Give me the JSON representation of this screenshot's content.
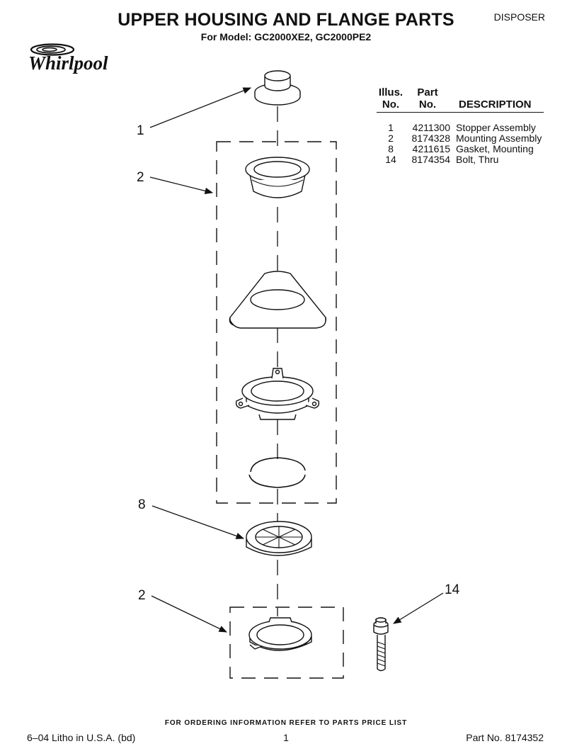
{
  "header": {
    "title": "UPPER HOUSING AND FLANGE PARTS",
    "subtitle": "For Model: GC2000XE2, GC2000PE2",
    "category": "DISPOSER",
    "brand": "Whirlpool"
  },
  "parts_table": {
    "headers": {
      "illus": [
        "Illus.",
        "No."
      ],
      "part": [
        "Part",
        "No."
      ],
      "description": "DESCRIPTION"
    },
    "rows": [
      {
        "illus": "1",
        "part": "4211300",
        "description": "Stopper Assembly"
      },
      {
        "illus": "2",
        "part": "8174328",
        "description": "Mounting Assembly"
      },
      {
        "illus": "8",
        "part": "4211615",
        "description": "Gasket, Mounting"
      },
      {
        "illus": "14",
        "part": "8174354",
        "description": "Bolt, Thru"
      }
    ]
  },
  "diagram": {
    "callouts": [
      "1",
      "2",
      "8",
      "2",
      "14"
    ]
  },
  "footer": {
    "order_note": "FOR ORDERING INFORMATION REFER TO PARTS PRICE LIST",
    "print_info": "6–04 Litho in U.S.A. (bd)",
    "page": "1",
    "part_no": "Part No. 8174352"
  }
}
